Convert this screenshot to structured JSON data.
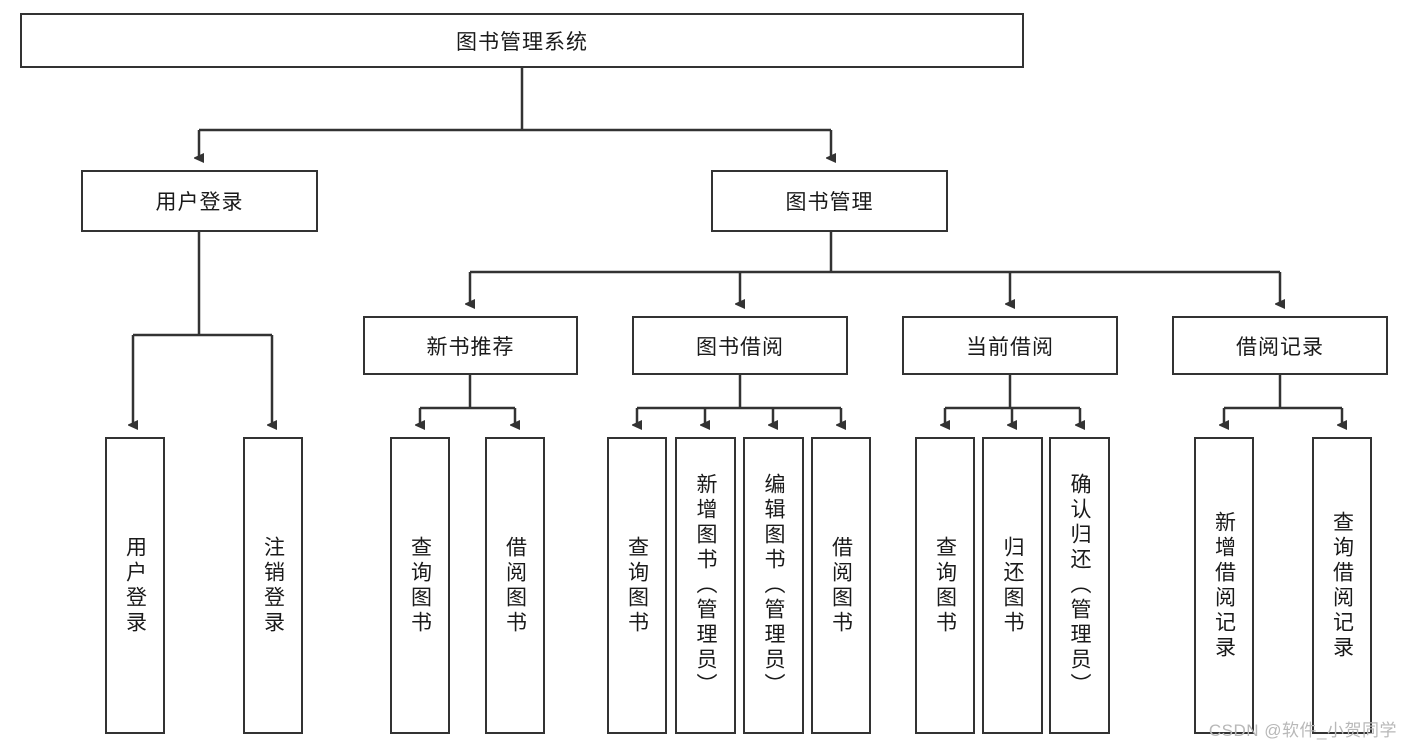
{
  "diagram": {
    "title": "图书管理系统",
    "type": "tree-hierarchy-chart",
    "colors": {
      "box_border": "#333333",
      "box_fill": "#ffffff",
      "edge": "#333333",
      "text": "#1a1a1a",
      "watermark": "#b8b8b8"
    },
    "root": {
      "label": "图书管理系统"
    },
    "level2": [
      {
        "label": "用户登录"
      },
      {
        "label": "图书管理"
      }
    ],
    "level3": [
      {
        "label": "新书推荐"
      },
      {
        "label": "图书借阅"
      },
      {
        "label": "当前借阅"
      },
      {
        "label": "借阅记录"
      }
    ],
    "leaves": {
      "user_login": [
        {
          "label": "用户登录"
        },
        {
          "label": "注销登录"
        }
      ],
      "new_book": [
        {
          "label": "查询图书"
        },
        {
          "label": "借阅图书"
        }
      ],
      "book_borrow": [
        {
          "label": "查询图书"
        },
        {
          "label": "新增图书（管理员）"
        },
        {
          "label": "编辑图书（管理员）"
        },
        {
          "label": "借阅图书"
        }
      ],
      "current_borrow": [
        {
          "label": "查询图书"
        },
        {
          "label": "归还图书"
        },
        {
          "label": "确认归还（管理员）"
        }
      ],
      "borrow_record": [
        {
          "label": "新增借阅记录"
        },
        {
          "label": "查询借阅记录"
        }
      ]
    }
  },
  "watermark": {
    "text": "CSDN @软件_小贺同学"
  }
}
